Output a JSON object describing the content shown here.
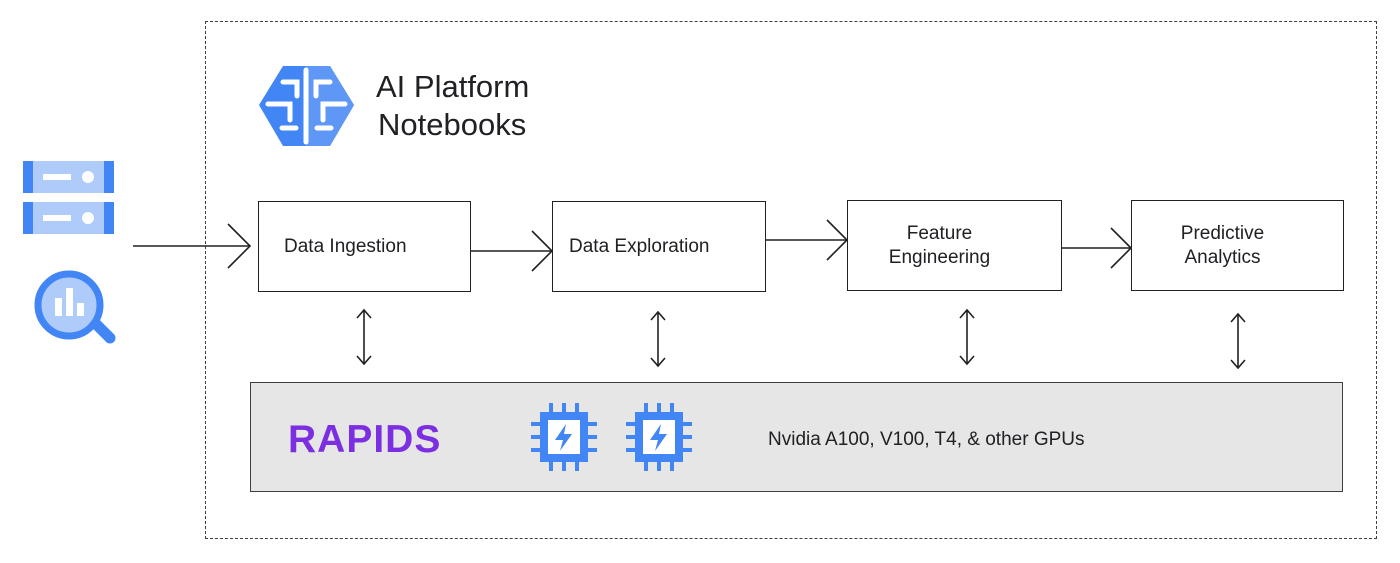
{
  "platform": {
    "title_line1": "AI Platform",
    "title_line2": "Notebooks",
    "icon": "ai-platform-brain-icon"
  },
  "sources": {
    "icons": [
      "storage-server-icon",
      "bigquery-icon"
    ]
  },
  "stages": [
    {
      "id": "data-ingestion",
      "label": [
        "Data Ingestion"
      ]
    },
    {
      "id": "data-exploration",
      "label": [
        "Data Exploration"
      ]
    },
    {
      "id": "feature-engineering",
      "label": [
        "Feature",
        "Engineering"
      ]
    },
    {
      "id": "predictive-analytics",
      "label": [
        "Predictive",
        "Analytics"
      ]
    }
  ],
  "acceleration": {
    "brand": "RAPIDS",
    "gpus": "Nvidia A100, V100, T4, & other GPUs",
    "icons": [
      "gpu-chip-icon",
      "gpu-chip-icon"
    ]
  },
  "colors": {
    "google_blue": "#4285f4",
    "google_blue_light": "#aecbfa",
    "rapids_purple": "#7b2fe0",
    "gpu_bar": "#e6e6e6"
  }
}
